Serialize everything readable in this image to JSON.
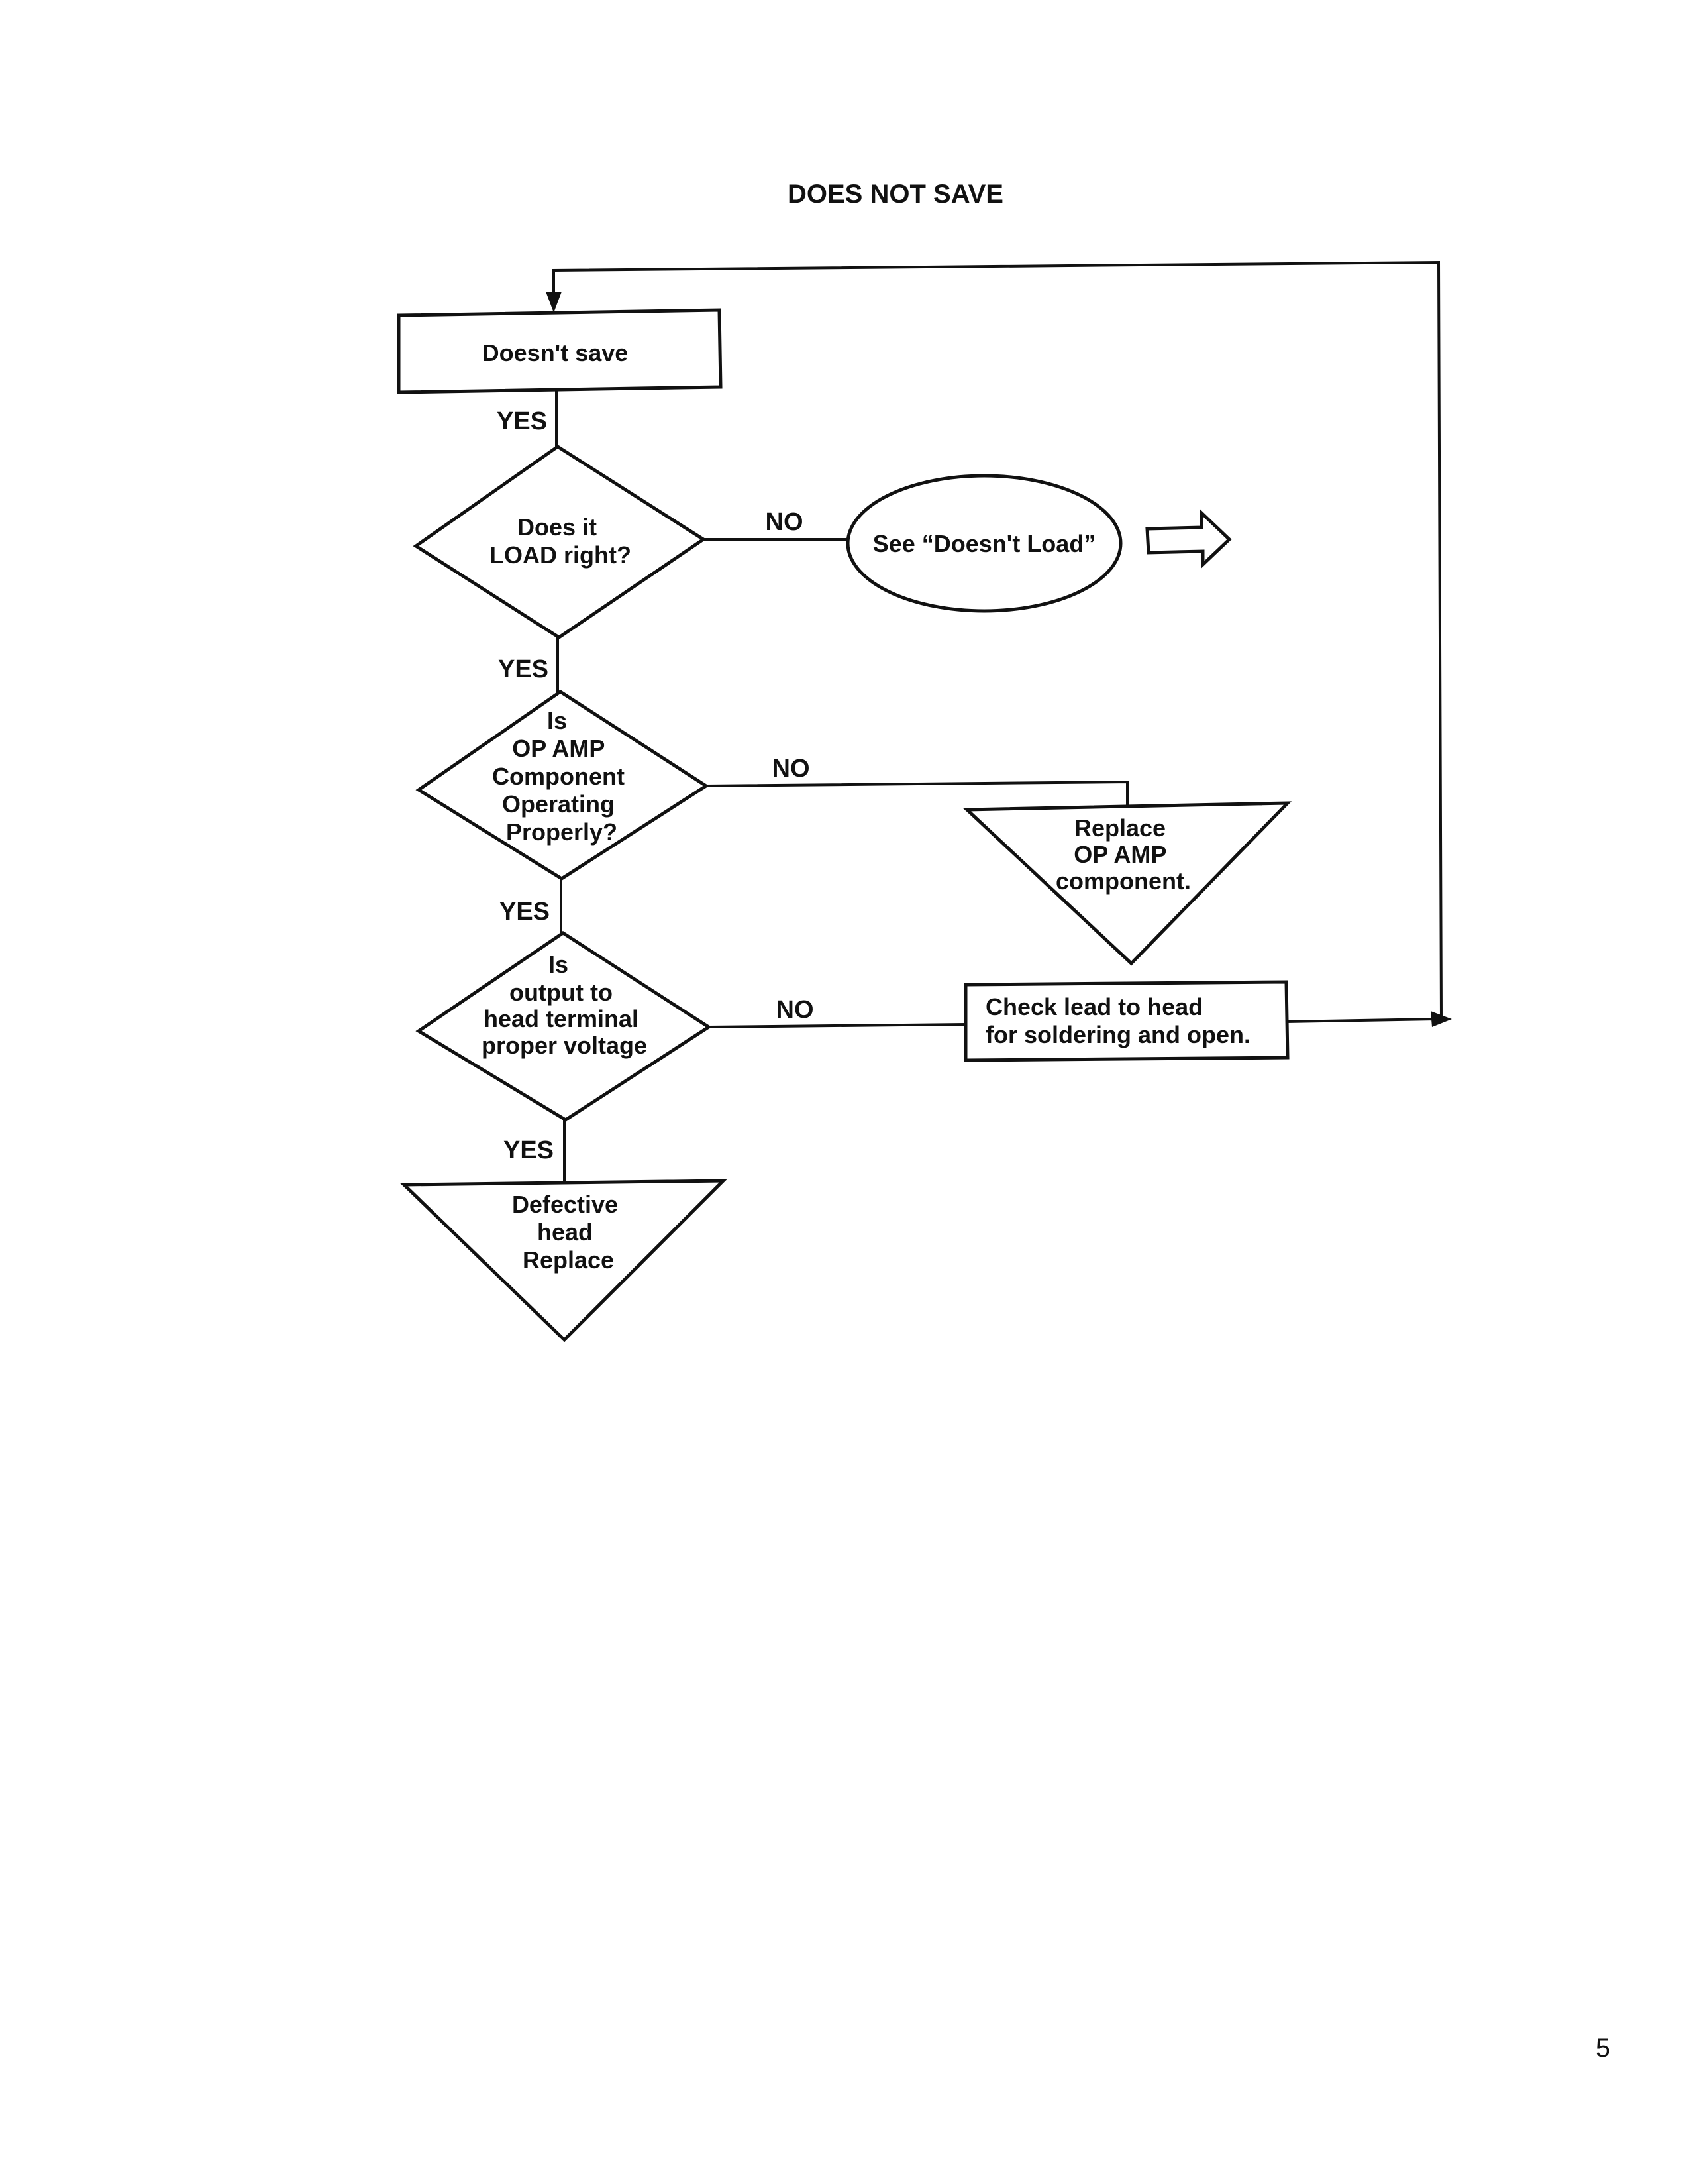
{
  "title": "DOES NOT SAVE",
  "page_number": "5",
  "nodes": {
    "start": {
      "lines": [
        "Doesn't save"
      ]
    },
    "decision_load": {
      "lines": [
        "Does it",
        "LOAD right?"
      ]
    },
    "see_doesnt_load": {
      "lines": [
        "See “Doesn't Load”"
      ]
    },
    "decision_opamp": {
      "lines": [
        "Is",
        "OP AMP",
        "Component",
        "Operating",
        "Properly?"
      ]
    },
    "replace_opamp": {
      "lines": [
        "Replace",
        "OP AMP",
        "component."
      ]
    },
    "decision_output": {
      "lines": [
        "Is",
        "output to",
        "head terminal",
        "proper voltage"
      ]
    },
    "check_lead": {
      "lines": [
        "Check lead to head",
        "for soldering and open."
      ]
    },
    "defective_head": {
      "lines": [
        "Defective",
        "head",
        "Replace"
      ]
    }
  },
  "edges": {
    "start_to_load": "YES",
    "load_no": "NO",
    "load_to_opamp": "YES",
    "opamp_no": "NO",
    "opamp_to_output": "YES",
    "output_no": "NO",
    "output_to_defective": "YES"
  },
  "icons": {
    "next_page": "hollow-right-arrow-icon"
  }
}
